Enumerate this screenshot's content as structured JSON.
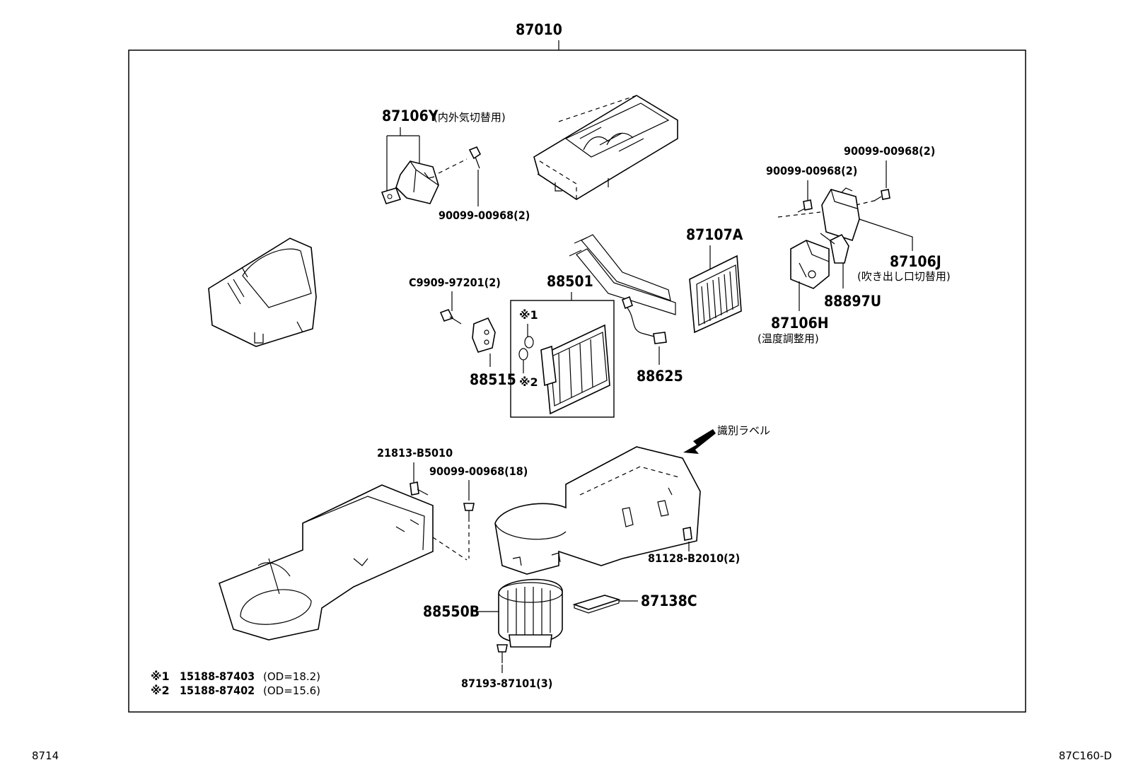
{
  "assembly": "87010",
  "labels": {
    "p87106Y": "87106Y",
    "p87106Y_note": "(内外気切替用)",
    "screw_a": "90099-00968(2)",
    "screw_b": "90099-00968(2)",
    "screw_c": "90099-00968(2)",
    "p87107A": "87107A",
    "p87106J": "87106J",
    "p87106J_note": "(吹き出し口切替用)",
    "p88897U": "88897U",
    "p87106H": "87106H",
    "p87106H_note": "(温度調整用)",
    "c9909": "C9909-97201(2)",
    "p88501": "88501",
    "mark1": "※1",
    "mark2": "※2",
    "p88515": "88515",
    "p88625": "88625",
    "id_label": "識別ラベル",
    "p21813": "21813-B5010",
    "screw_d": "90099-00968(18)",
    "p81128": "81128-B2010(2)",
    "p88550B": "88550B",
    "p87138C": "87138C",
    "p87193": "87193-87101(3)",
    "note1_mark": "※1",
    "note1_part": "15188-87403",
    "note1_spec": "(OD=18.2)",
    "note2_mark": "※2",
    "note2_part": "15188-87402",
    "note2_spec": "(OD=15.6)"
  },
  "footer": {
    "left": "8714",
    "right": "87C160-D"
  }
}
